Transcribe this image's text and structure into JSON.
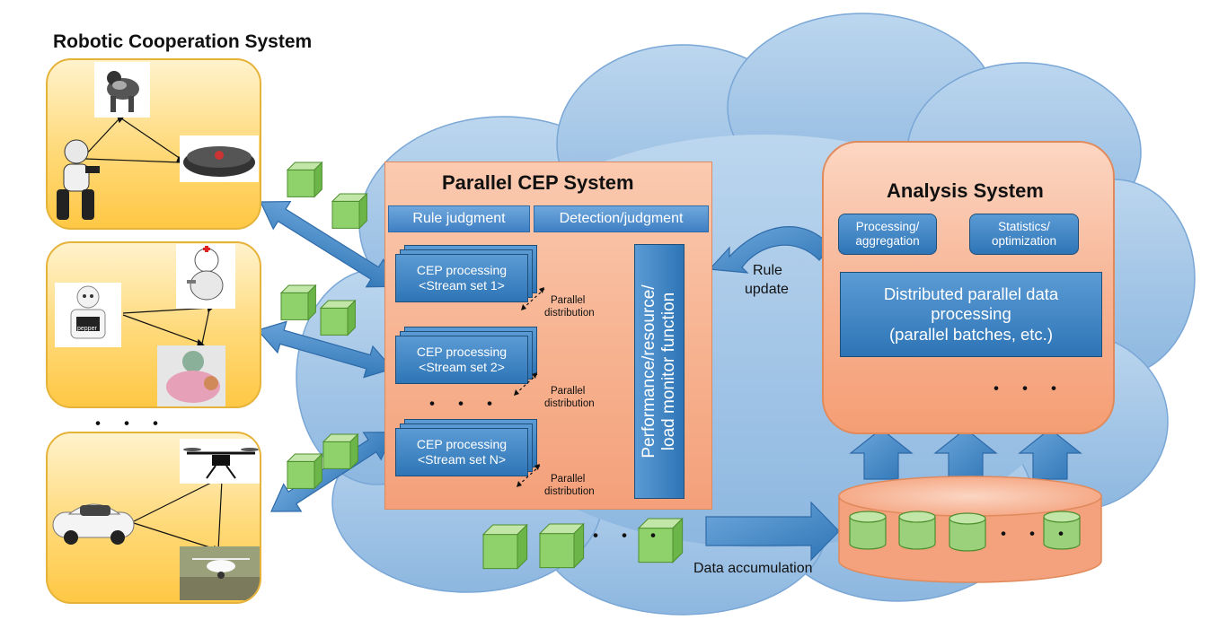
{
  "robotic_system": {
    "title": "Robotic Cooperation System",
    "separator": "・・・",
    "robot_icons": [
      "robot-dog-icon",
      "humanoid-robot-icon",
      "robot-vacuum-icon",
      "pepper-robot-icon",
      "nurse-robot-icon",
      "care-robot-icon",
      "drone-icon",
      "self-driving-car-icon",
      "quadcopter-icon"
    ],
    "pepper_label": "pepper"
  },
  "cep_system": {
    "title": "Parallel CEP System",
    "rule_judgment": "Rule judgment",
    "detection_judgment": "Detection/judgment",
    "processors": [
      {
        "line1": "CEP processing",
        "line2": "<Stream set 1>",
        "note1": "Parallel",
        "note2": "distribution"
      },
      {
        "line1": "CEP processing",
        "line2": "<Stream set 2>",
        "note1": "Parallel",
        "note2": "distribution"
      },
      {
        "line1": "CEP processing",
        "line2": "<Stream set N>",
        "note1": "Parallel",
        "note2": "distribution"
      }
    ],
    "middle_dots": "・・・",
    "monitor_line1": "Performance/resource/",
    "monitor_line2": "load monitor function"
  },
  "rule_update": {
    "line1": "Rule",
    "line2": "update"
  },
  "analysis_system": {
    "title": "Analysis System",
    "processing_line1": "Processing/",
    "processing_line2": "aggregation",
    "statistics_line1": "Statistics/",
    "statistics_line2": "optimization",
    "distributed_line1": "Distributed parallel data",
    "distributed_line2": "processing",
    "distributed_line3": "(parallel batches, etc.)",
    "cube_dots": "・・・"
  },
  "data_accumulation": "Data accumulation",
  "storage_dots": "・・・",
  "bottom_dots": "・・・",
  "colors": {
    "cloud": "#9dc3e6",
    "panel": "#ffd978",
    "cep": "#f6b08d",
    "blue": "#2e75b6",
    "cube": "#8fd16a",
    "arrow": "#4a86c8"
  }
}
